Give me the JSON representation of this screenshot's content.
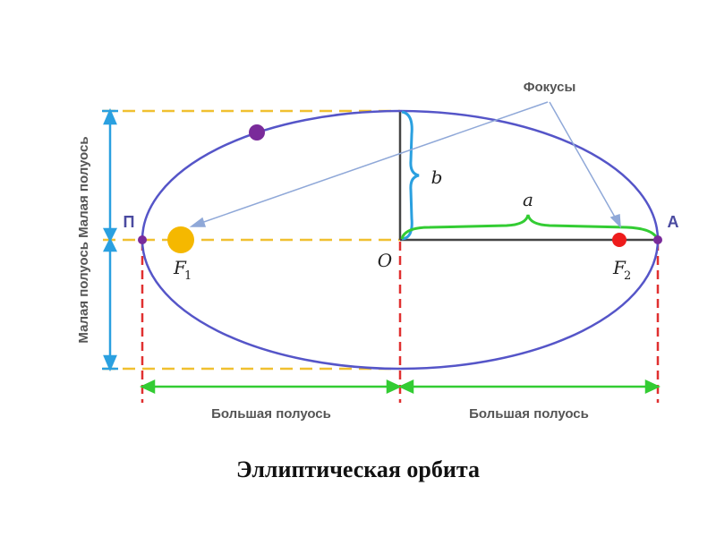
{
  "caption": "Эллиптическая орбита",
  "labels": {
    "foci": "Фокусы",
    "minor_axis_left": "Малая полуось Малая полуось",
    "major_left": "Большая полуось",
    "major_right": "Большая полуось",
    "perihelion": "П",
    "aphelion": "А",
    "center": "O",
    "semi_minor": "b",
    "semi_major": "a",
    "focus1": "F",
    "focus1_sub": "1",
    "focus2": "F",
    "focus2_sub": "2"
  },
  "colors": {
    "ellipse": "#5555c8",
    "yellow_dash": "#f0c030",
    "red_dash": "#e03030",
    "green": "#33cc33",
    "cyan": "#2aa0e0",
    "axis": "#444444",
    "sun": "#f5b800",
    "planet": "#7a2b9a",
    "focus2_dot": "#ee1c1c",
    "foci_arrow": "#8fa8d8",
    "point_label": "#4a4aa0"
  }
}
